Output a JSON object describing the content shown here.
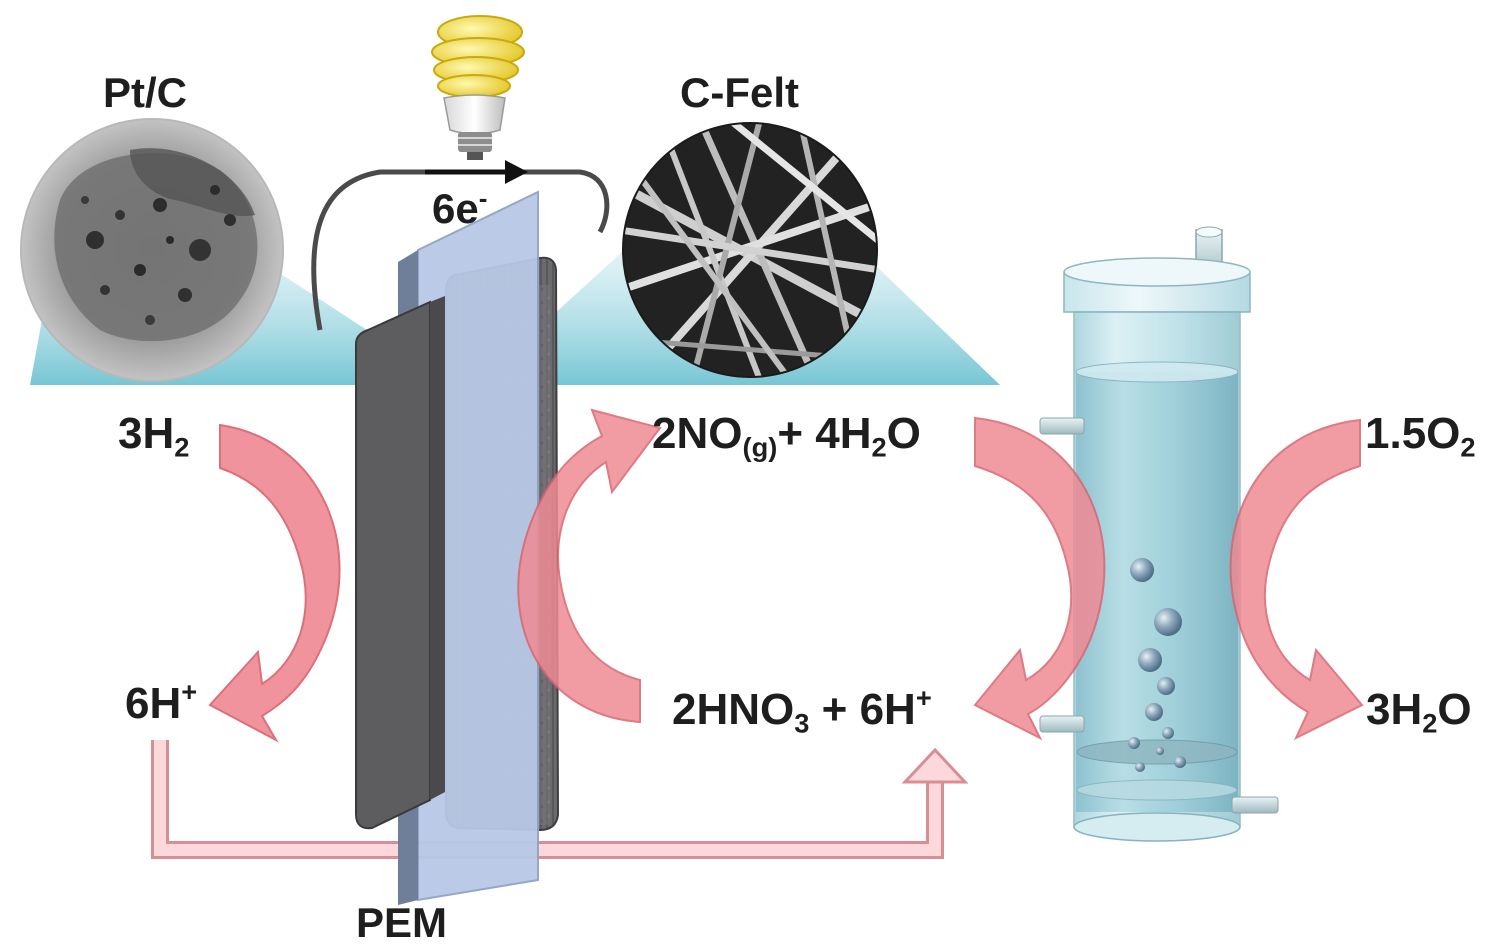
{
  "labels": {
    "pt_c": "Pt/C",
    "c_felt": "C-Felt",
    "electrons": {
      "base": "6e",
      "sup": "-"
    },
    "pem": "PEM"
  },
  "species": {
    "h2": {
      "coef": "3H",
      "sub": "2"
    },
    "h_plus_left": {
      "base": "6H",
      "sup": "+"
    },
    "no_water": {
      "a": "2NO",
      "a_sub": "(g)",
      "b": "+ 4H",
      "b_sub": "2",
      "c": "O"
    },
    "hno3_h": {
      "a": "2HNO",
      "a_sub": "3",
      "b": " + 6H",
      "b_sup": "+"
    },
    "o2": {
      "a": "1.5O",
      "a_sub": "2"
    },
    "water": {
      "a": "3H",
      "a_sub": "2",
      "b": "O"
    }
  },
  "colors": {
    "arrow_fill": "#ef8a94",
    "arrow_stroke": "#d8646f",
    "proton_path": "#f6c4c9",
    "glass": "#bfe3ea",
    "membrane": "#b9c9e6",
    "electrode": "#5d5d60",
    "teal_beam": "#7fcbd8"
  },
  "icons": [
    "light-bulb-icon",
    "electron-arrow-icon"
  ]
}
